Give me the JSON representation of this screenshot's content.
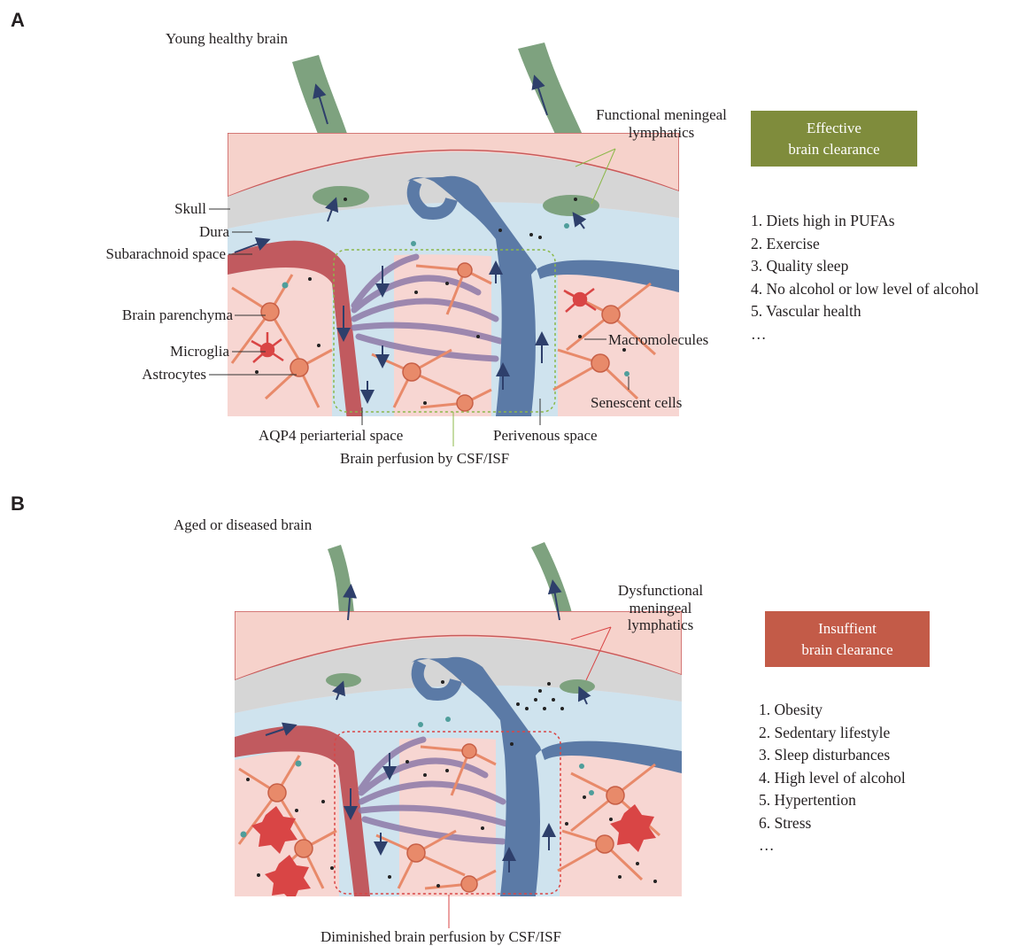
{
  "panelA": {
    "letter": "A",
    "title": "Young healthy brain",
    "labels": {
      "skull": "Skull",
      "dura": "Dura",
      "subarachnoid": "Subarachnoid space",
      "parenchyma": "Brain parenchyma",
      "microglia": "Microglia",
      "astrocytes": "Astrocytes",
      "lymphatics_line1": "Functional meningeal",
      "lymphatics_line2": "lymphatics",
      "macromolecules": "Macromolecules",
      "senescent": "Senescent cells",
      "aqp4": "AQP4 periarterial space",
      "perivenous": "Perivenous space",
      "perfusion": "Brain perfusion by CSF/ISF"
    },
    "outcome": {
      "line1": "Effective",
      "line2": "brain clearance",
      "color": "#7f8c3c"
    },
    "factors": [
      "1. Diets high in PUFAs",
      "2. Exercise",
      "3. Quality sleep",
      "4. No alcohol or low level of alcohol",
      "5. Vascular health",
      "…"
    ]
  },
  "panelB": {
    "letter": "B",
    "title": "Aged or diseased brain",
    "labels": {
      "lymphatics_line1": "Dysfunctional",
      "lymphatics_line2": "meningeal",
      "lymphatics_line3": "lymphatics",
      "perfusion": "Diminished brain perfusion by CSF/ISF"
    },
    "outcome": {
      "line1": "Insuffient",
      "line2": "brain clearance",
      "color": "#c35b48"
    },
    "factors": [
      "1. Obesity",
      "2. Sedentary lifestyle",
      "3. Sleep disturbances",
      "4. High level of alcohol",
      "5. Hypertention",
      "6. Stress",
      "…"
    ]
  },
  "colors": {
    "skull": "#f6d2cb",
    "dura": "#d6d6d6",
    "csf": "#cfe3ee",
    "parenchyma": "#f7d6d2",
    "artery": "#c15a5f",
    "vein": "#5b7aa6",
    "lymphatic": "#7ea27f",
    "astrocyte": "#e88a6a",
    "microglia": "#d94545"
  }
}
